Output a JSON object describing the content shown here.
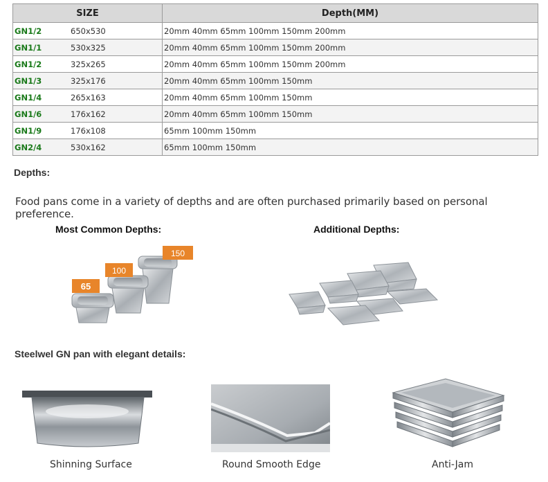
{
  "table": {
    "headers": [
      "SIZE",
      "Depth(MM)"
    ],
    "rows": [
      {
        "model": "GN1/2",
        "size": "650x530",
        "depths": "20mm 40mm 65mm 100mm 150mm 200mm"
      },
      {
        "model": "GN1/1",
        "size": "530x325",
        "depths": "20mm 40mm 65mm 100mm 150mm 200mm"
      },
      {
        "model": "GN1/2",
        "size": "325x265",
        "depths": "20mm 40mm 65mm 100mm 150mm 200mm"
      },
      {
        "model": "GN1/3",
        "size": "325x176",
        "depths": "20mm 40mm 65mm 100mm 150mm"
      },
      {
        "model": "GN1/4",
        "size": "265x163",
        "depths": "20mm 40mm 65mm 100mm 150mm"
      },
      {
        "model": "GN1/6",
        "size": "176x162",
        "depths": "20mm 40mm 65mm 100mm 150mm"
      },
      {
        "model": "GN1/9",
        "size": "176x108",
        "depths": "65mm 100mm 150mm"
      },
      {
        "model": "GN2/4",
        "size": "530x162",
        "depths": "65mm 100mm 150mm"
      }
    ]
  },
  "depths_section": {
    "heading": "Depths:",
    "text": "Food pans come in a variety of depths and are often purchased primarily based on personal preference.",
    "common_title": "Most Common Depths:",
    "additional_title": "Additional Depths:",
    "tags": [
      "65",
      "100",
      "150"
    ]
  },
  "details_section": {
    "heading": "Steelwel GN pan with elegant details:",
    "captions": [
      "Shinning Surface",
      "Round Smooth Edge",
      "Anti-Jam"
    ]
  },
  "colors": {
    "model_text": "#1a7a1a",
    "header_bg": "#d9d9d9",
    "tag_orange": "#e8852a",
    "steel": "#b8bcc0"
  }
}
